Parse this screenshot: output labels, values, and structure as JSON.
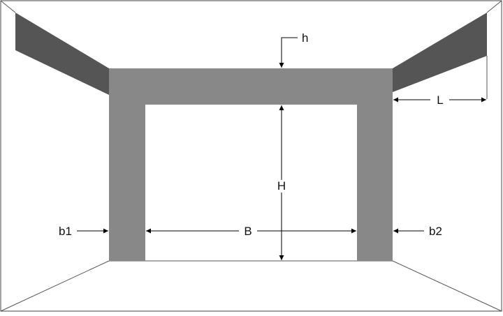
{
  "colors": {
    "background": "#ffffff",
    "frame": "#888888",
    "side_beam": "#555555",
    "line": "#000000"
  },
  "labels": {
    "h": "h",
    "H": "H",
    "L": "L",
    "B": "B",
    "b1": "b1",
    "b2": "b2"
  }
}
